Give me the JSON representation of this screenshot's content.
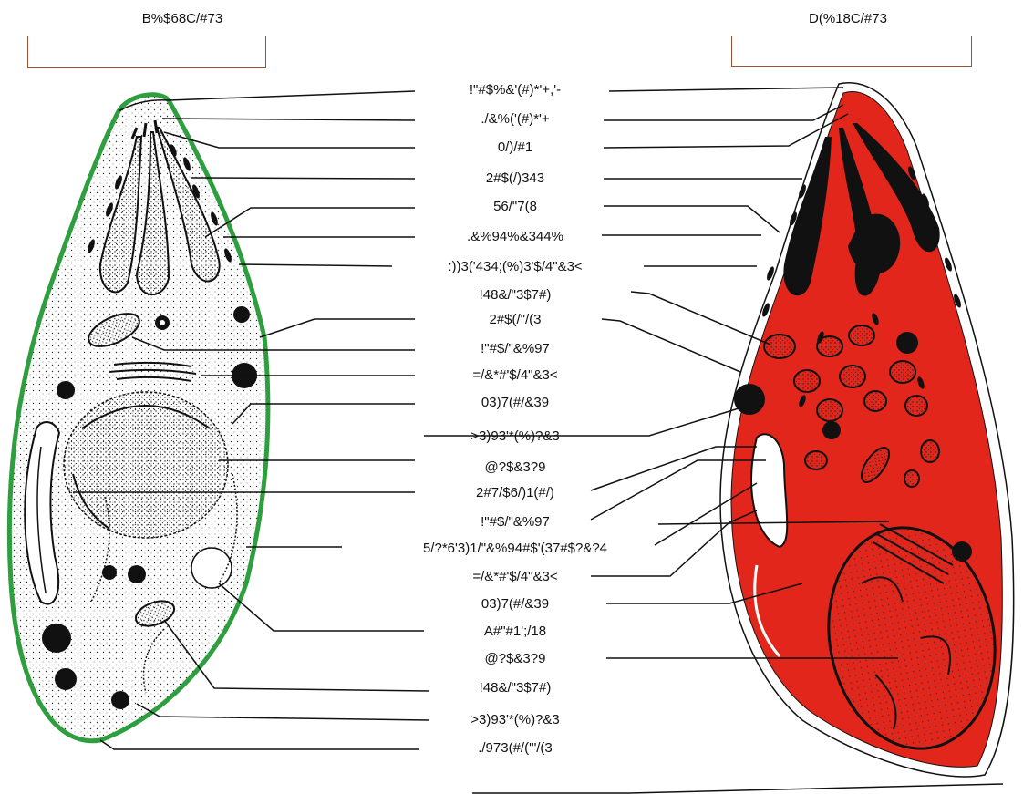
{
  "headers": {
    "left": "B%$68C/#73",
    "right": "D(%18C/#73"
  },
  "labels": [
    "!\"#$%&'(#)*'+,'-",
    "./&%('(#)*'+",
    "0/)/#1",
    "2#$(/)343",
    "56/\"7(8",
    ".&%94%&344%",
    ":))3('434;(%)3'$/4\"&3<",
    "!48&/\"3$7#)",
    "2#$(/\"/(3",
    "!\"#$/\"&%97",
    "=/&*#'$/4\"&3<",
    "03)7(#/&39",
    ">3)93'*(%)?&3",
    "@?$&3?9",
    "2#7/$6/)1(#/)",
    "!\"#$/\"&%97",
    "5/?*6'3)1/\"&%94#$'(37#$?&?4",
    "=/&*#'$/4\"&3<",
    "03)7(#/&39",
    "A#\"#1';/18",
    "@?$&3?9",
    "!48&/\"3$7#)",
    ">3)93'*(%)?&3",
    "./973(#/('\"/(3"
  ],
  "colors": {
    "left_membrane": "#2e9e3f",
    "right_fill": "#e3261b",
    "ink": "#111111",
    "bracket": "#a0522d"
  }
}
